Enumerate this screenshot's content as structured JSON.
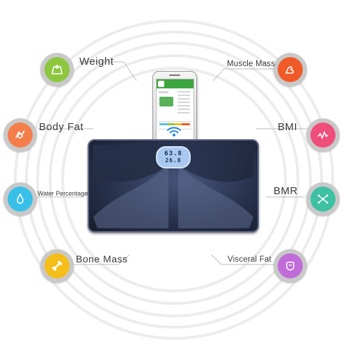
{
  "metrics": {
    "weight": {
      "label": "Weight",
      "color": "#8dc63f",
      "icon": "weight-icon"
    },
    "body_fat": {
      "label": "Body Fat",
      "color": "#f47e4a",
      "icon": "body-fat-icon"
    },
    "water_percentage": {
      "label": "Water Percentage",
      "color": "#38c0e8",
      "icon": "water-drop-icon"
    },
    "bone_mass": {
      "label": "Bone Mass",
      "color": "#f6be1a",
      "icon": "bone-icon"
    },
    "muscle_mass": {
      "label": "Muscle Mass",
      "color": "#f05a28",
      "icon": "muscle-arm-icon"
    },
    "bmi": {
      "label": "BMI",
      "color": "#f04e7a",
      "icon": "bmi-wave-icon"
    },
    "bmr": {
      "label": "BMR",
      "color": "#3ec1a3",
      "icon": "bmr-molecule-icon"
    },
    "visceral_fat": {
      "label": "Visceral Fat",
      "color": "#c06cd9",
      "icon": "visceral-fat-icon"
    }
  },
  "scale_display": {
    "line1": "63.8",
    "line2": "26.8"
  },
  "wireless": {
    "icon": "wifi-icon",
    "color": "#1e88d8"
  }
}
